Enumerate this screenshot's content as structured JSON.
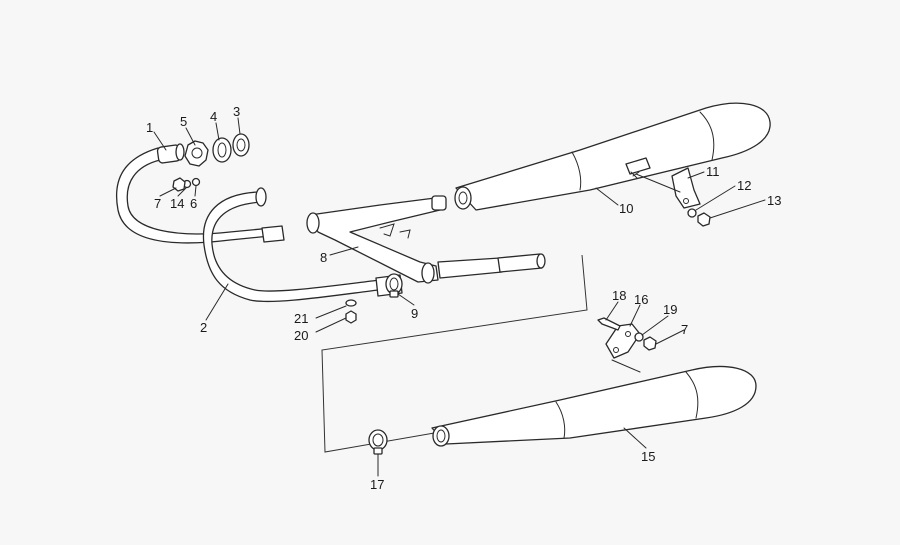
{
  "diagram": {
    "callouts": {
      "c1": "1",
      "c2": "2",
      "c3": "3",
      "c4": "4",
      "c5": "5",
      "c6": "6",
      "c7a": "7",
      "c7b": "7",
      "c8": "8",
      "c9": "9",
      "c10": "10",
      "c11": "11",
      "c12": "12",
      "c13": "13",
      "c14": "14",
      "c15": "15",
      "c16": "16",
      "c17": "17",
      "c18": "18",
      "c19": "19",
      "c20": "20",
      "c21": "21"
    }
  }
}
